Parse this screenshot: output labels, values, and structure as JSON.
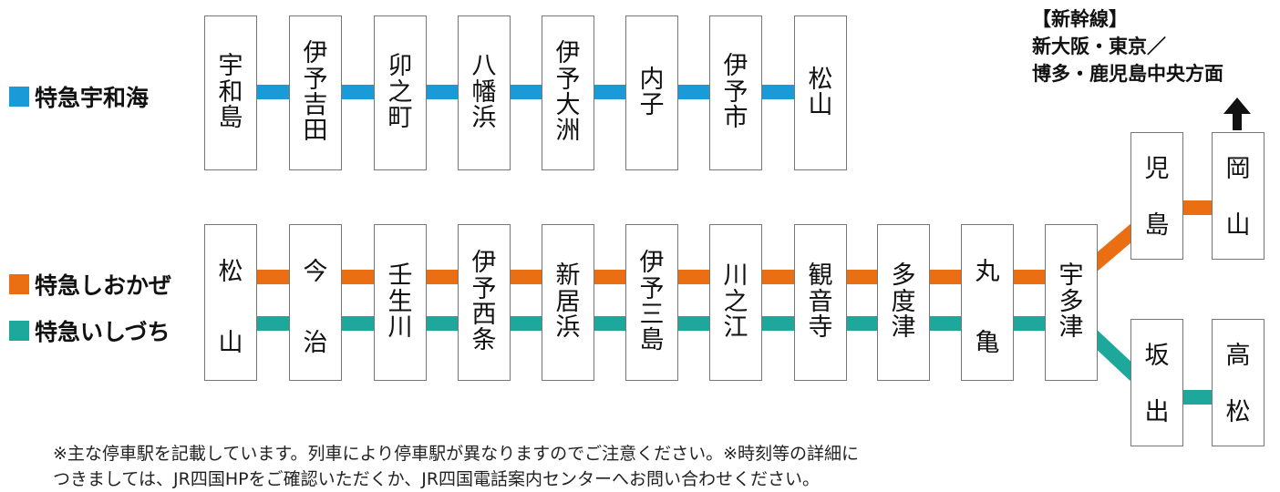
{
  "colors": {
    "uwakai": "#1a9bd7",
    "shiokaze": "#ea6f12",
    "ishizuchi": "#1ea89c",
    "box_border": "#777777"
  },
  "legends": {
    "uwakai": "特急宇和海",
    "shiokaze": "特急しおかぜ",
    "ishizuchi": "特急いしづち"
  },
  "uwakai_stations": [
    "宇和島",
    "伊予吉田",
    "卯之町",
    "八幡浜",
    "伊予大洲",
    "内子",
    "伊予市",
    "松山"
  ],
  "main_stations": [
    "松山",
    "今治",
    "壬生川",
    "伊予西条",
    "新居浜",
    "伊予三島",
    "川之江",
    "観音寺",
    "多度津",
    "丸亀",
    "宇多津"
  ],
  "branch_okayama": [
    "児島",
    "岡山"
  ],
  "branch_takamatsu": [
    "坂出",
    "高松"
  ],
  "shinkansen": {
    "title": "【新幹線】",
    "line1": "新大阪・東京／",
    "line2": "博多・鹿児島中央方面"
  },
  "note": {
    "line1": "※主な停車駅を記載しています。列車により停車駅が異なりますのでご注意ください。※時刻等の詳細に",
    "line2": "つきましては、JR四国HPをご確認いただくか、JR四国電話案内センターへお問い合わせください。"
  },
  "icons": {
    "arrow": "up-arrow-icon"
  }
}
